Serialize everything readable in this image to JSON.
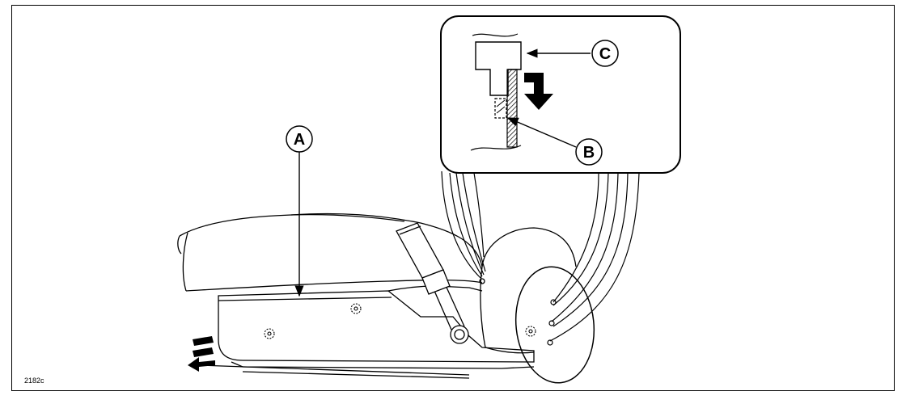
{
  "callouts": {
    "a": "A",
    "b": "B",
    "c": "C"
  },
  "figure_code": "2182c",
  "colors": {
    "line": "#000000",
    "background": "#ffffff"
  },
  "icons": [
    "direction-arrow-icon",
    "direction-arrow-icon"
  ]
}
